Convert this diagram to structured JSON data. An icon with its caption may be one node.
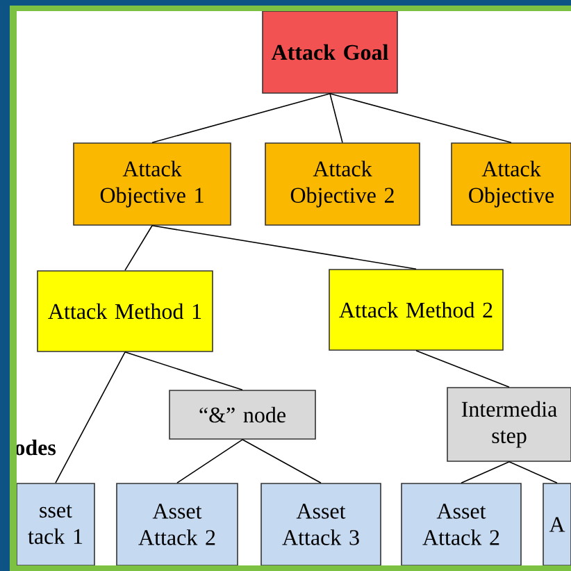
{
  "diagram": {
    "nodes": [
      {
        "text": [
          "Attack Goal"
        ]
      },
      {
        "text": [
          "Attack Objective 1"
        ]
      },
      {
        "text": [
          "Attack Objective 2"
        ]
      },
      {
        "text": [
          "Attack Objective"
        ]
      },
      {
        "text": [
          "Attack Method 1"
        ]
      },
      {
        "text": [
          "Attack Method 2"
        ]
      },
      {
        "text": [
          "“&” node"
        ]
      },
      {
        "text": [
          "Intermedia step"
        ]
      },
      {
        "text": [
          "sset tack 1"
        ]
      },
      {
        "text": [
          "Asset Attack 2"
        ]
      },
      {
        "text": [
          "Asset Attack 3"
        ]
      },
      {
        "text": [
          "Asset Attack 2"
        ]
      },
      {
        "text": [
          "A"
        ]
      }
    ],
    "edges": [
      {
        "from": 0,
        "to": 1,
        "arrow": "none"
      },
      {
        "from": 0,
        "to": 2,
        "arrow": "none"
      },
      {
        "from": 0,
        "to": 3,
        "arrow": "none"
      },
      {
        "from": 1,
        "to": 4,
        "arrow": "none"
      },
      {
        "from": 1,
        "to": 5,
        "arrow": "none"
      },
      {
        "from": 4,
        "to": 8,
        "arrow": "none"
      },
      {
        "from": 4,
        "to": 6,
        "arrow": "none"
      },
      {
        "from": 5,
        "to": 7,
        "arrow": "none"
      },
      {
        "from": 6,
        "to": 9,
        "arrow": "none"
      },
      {
        "from": 6,
        "to": 10,
        "arrow": "none"
      },
      {
        "from": 7,
        "to": 11,
        "arrow": "none"
      },
      {
        "from": 7,
        "to": 12,
        "arrow": "none"
      }
    ],
    "labels": [
      "odes"
    ]
  }
}
